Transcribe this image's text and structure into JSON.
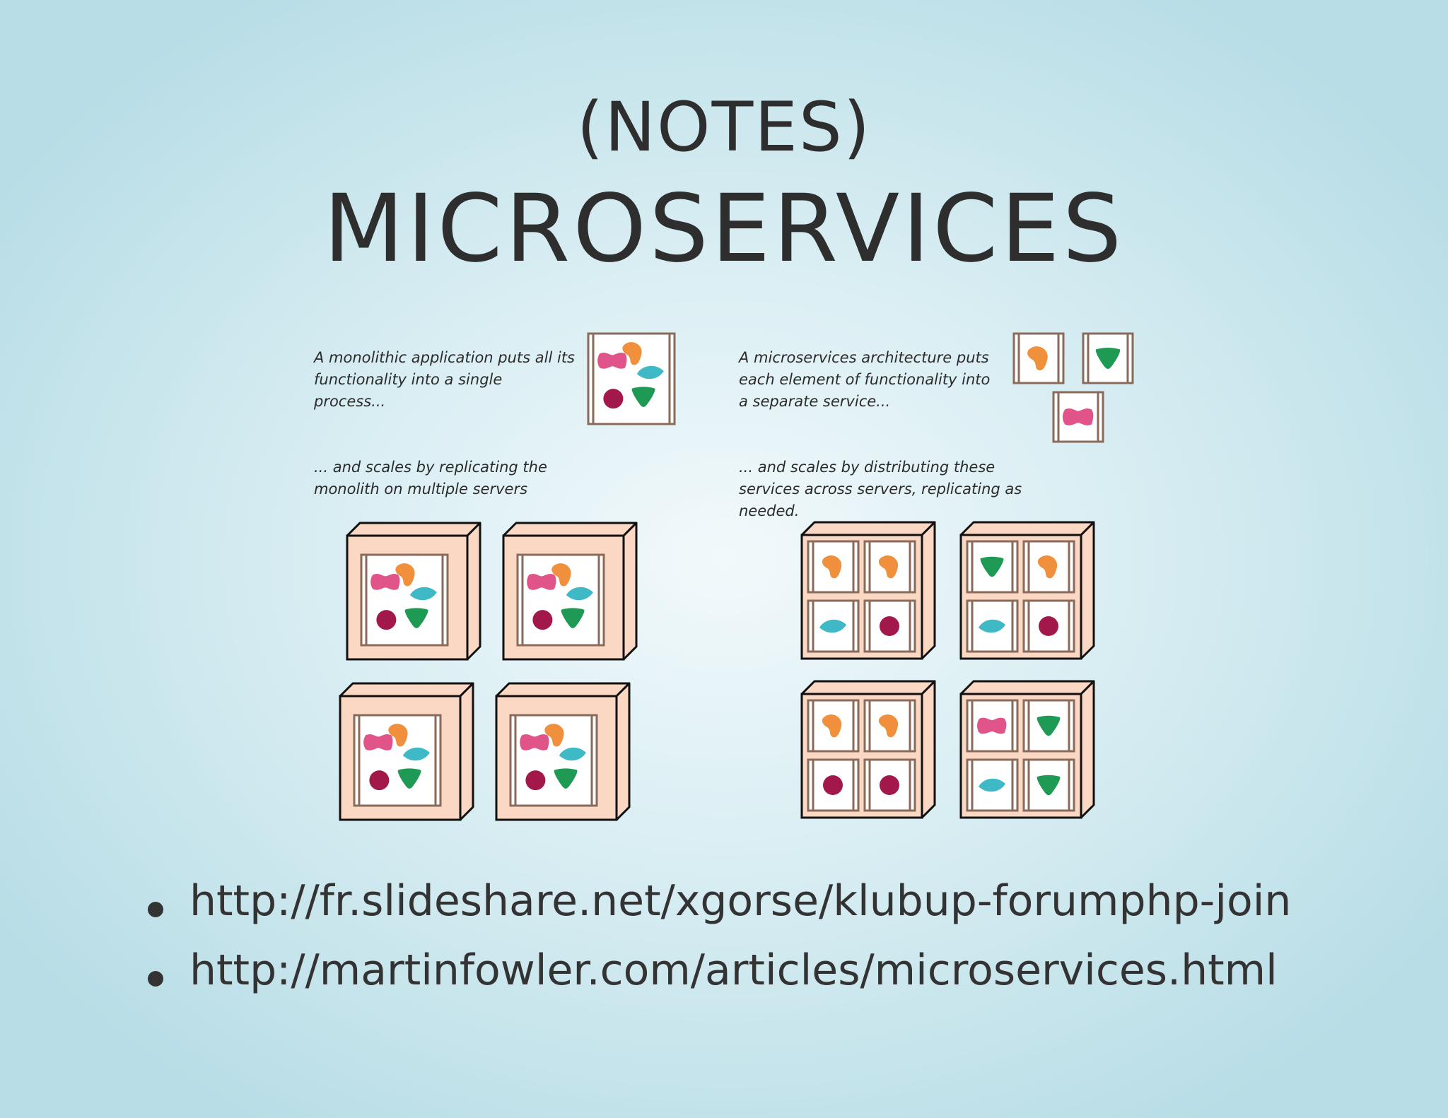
{
  "slide": {
    "title_notes": "(NOTES)",
    "title_main": "MICROSERVICES"
  },
  "diagram": {
    "monolith_caption_1": "A monolithic application puts all its functionality into a single process...",
    "monolith_caption_2": "... and scales by replicating the monolith on multiple servers",
    "micro_caption_1": "A microservices architecture puts each element of functionality into a separate service...",
    "micro_caption_2": "... and scales by distributing these services across servers, replicating as needed.",
    "colors": {
      "pink": "#e0548a",
      "orange": "#f0903c",
      "teal": "#3fb9c6",
      "crimson": "#a3184a",
      "green": "#1f9a55",
      "box_face": "#fbd8c4",
      "frame_brown": "#8a6a5a"
    }
  },
  "links": [
    "http://fr.slideshare.net/xgorse/klubup-forumphp-join",
    "http://martinfowler.com/articles/microservices.html"
  ]
}
